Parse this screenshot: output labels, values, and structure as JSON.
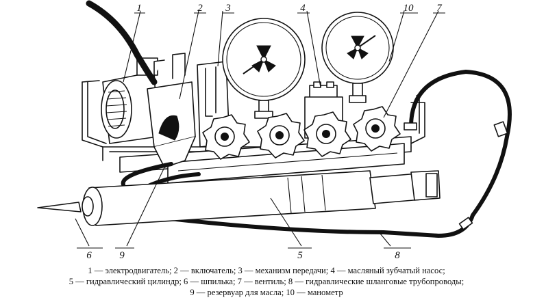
{
  "callouts": {
    "c1": "1",
    "c2": "2",
    "c3": "3",
    "c4": "4",
    "c5": "5",
    "c6": "6",
    "c7": "7",
    "c8": "8",
    "c9": "9",
    "c10": "10"
  },
  "caption": {
    "line1": "1 — электродвигатель; 2 — включатель; 3 — механизм передачи; 4 — масляный зубчатый насос;",
    "line2": "5 — гидравлический цилиндр; 6 — шпилька; 7 — вентиль; 8 — гидравлические шланговые трубопроводы;",
    "line3": "9 — резервуар для масла; 10 — манометр"
  }
}
